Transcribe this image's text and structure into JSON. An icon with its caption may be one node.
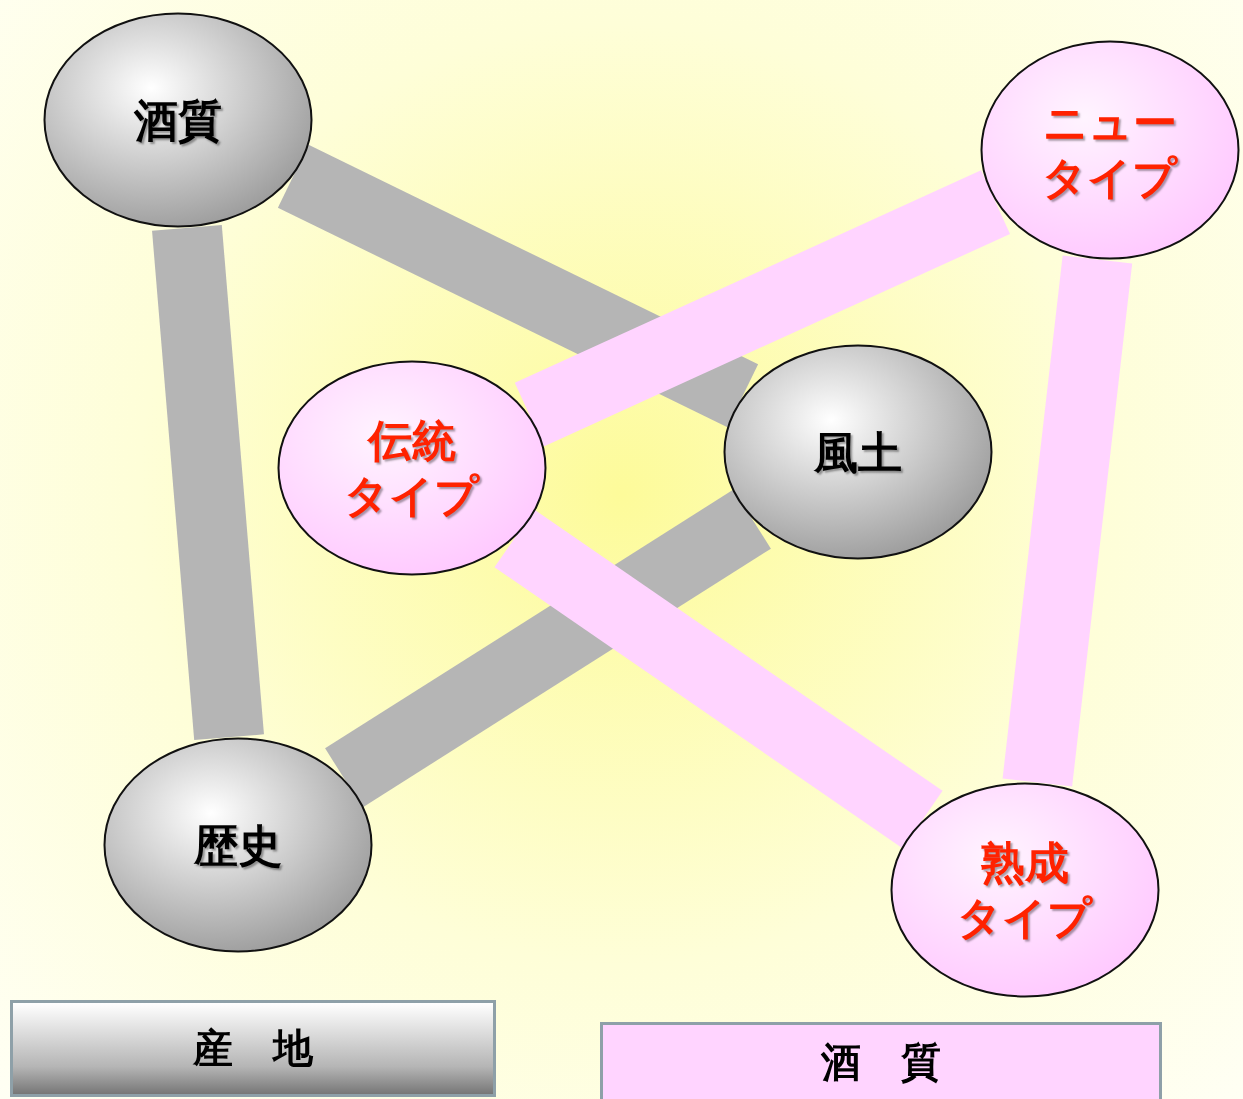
{
  "diagram": {
    "nodes": [
      {
        "text": [
          "酒質"
        ]
      },
      {
        "text": [
          "ニュータイプ"
        ]
      },
      {
        "text": [
          "伝統タイプ"
        ]
      },
      {
        "text": [
          "風土"
        ]
      },
      {
        "text": [
          "歴史"
        ]
      },
      {
        "text": [
          "熟成タイプ"
        ]
      }
    ],
    "edges": [
      {
        "from": 0,
        "to": 3,
        "arrow": "none",
        "color": "#b5b5b5"
      },
      {
        "from": 0,
        "to": 4,
        "arrow": "none",
        "color": "#b5b5b5"
      },
      {
        "from": 4,
        "to": 3,
        "arrow": "none",
        "color": "#b5b5b5"
      },
      {
        "from": 1,
        "to": 2,
        "arrow": "none",
        "color": "#ffd4ff"
      },
      {
        "from": 2,
        "to": 5,
        "arrow": "none",
        "color": "#ffd4ff"
      },
      {
        "from": 1,
        "to": 5,
        "arrow": "none",
        "color": "#ffd4ff"
      }
    ],
    "legend": [
      {
        "text": "産　地",
        "color": "#b5b5b5"
      },
      {
        "text": "酒　質",
        "color": "#ffd4ff"
      }
    ]
  }
}
